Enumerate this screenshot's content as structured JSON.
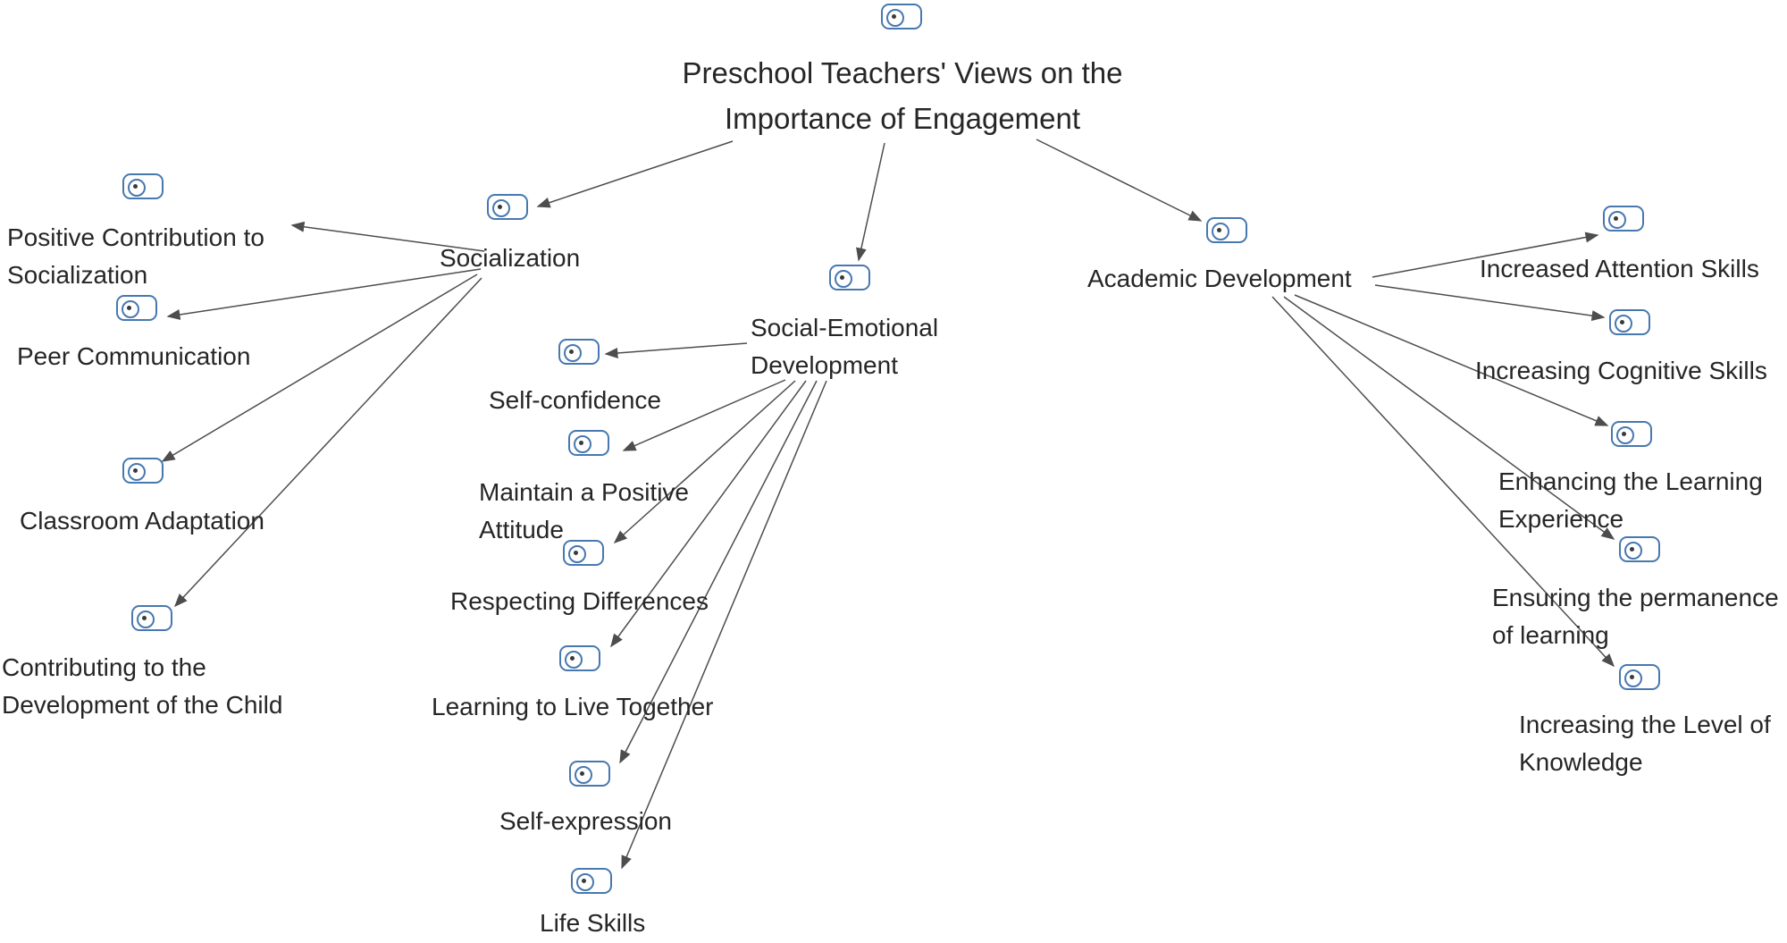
{
  "diagram": {
    "title": "Preschool Teachers' Views on the\nImportance of Engagement",
    "branches": [
      {
        "id": "socialization",
        "label": "Socialization",
        "children": [
          {
            "id": "positive-contribution",
            "label": "Positive Contribution to\nSocialization"
          },
          {
            "id": "peer-communication",
            "label": "Peer Communication"
          },
          {
            "id": "classroom-adaptation",
            "label": "Classroom Adaptation"
          },
          {
            "id": "contributing-development",
            "label": "Contributing to the\nDevelopment of the Child"
          }
        ]
      },
      {
        "id": "social-emotional-development",
        "label": "Social-Emotional\nDevelopment",
        "children": [
          {
            "id": "self-confidence",
            "label": "Self-confidence"
          },
          {
            "id": "maintain-positive-attitude",
            "label": "Maintain a Positive\nAttitude"
          },
          {
            "id": "respecting-differences",
            "label": "Respecting Differences"
          },
          {
            "id": "learning-to-live-together",
            "label": "Learning to Live Together"
          },
          {
            "id": "self-expression",
            "label": "Self-expression"
          },
          {
            "id": "life-skills",
            "label": "Life Skills"
          }
        ]
      },
      {
        "id": "academic-development",
        "label": "Academic Development",
        "children": [
          {
            "id": "increased-attention-skills",
            "label": "Increased Attention Skills"
          },
          {
            "id": "increasing-cognitive-skills",
            "label": "Increasing Cognitive Skills"
          },
          {
            "id": "enhancing-learning-experience",
            "label": "Enhancing the Learning\nExperience"
          },
          {
            "id": "ensuring-permanence-of-learning",
            "label": "Ensuring the permanence\nof learning"
          },
          {
            "id": "increasing-level-of-knowledge",
            "label": "Increasing the Level of\nKnowledge"
          }
        ]
      }
    ],
    "icon_name": "tag-icon",
    "colors": {
      "background": "#FFFFFF",
      "icon_stroke": "#4778B0",
      "icon_dot": "#3A3A3A",
      "arrow": "#4D4D4D",
      "text": "#262626"
    }
  }
}
